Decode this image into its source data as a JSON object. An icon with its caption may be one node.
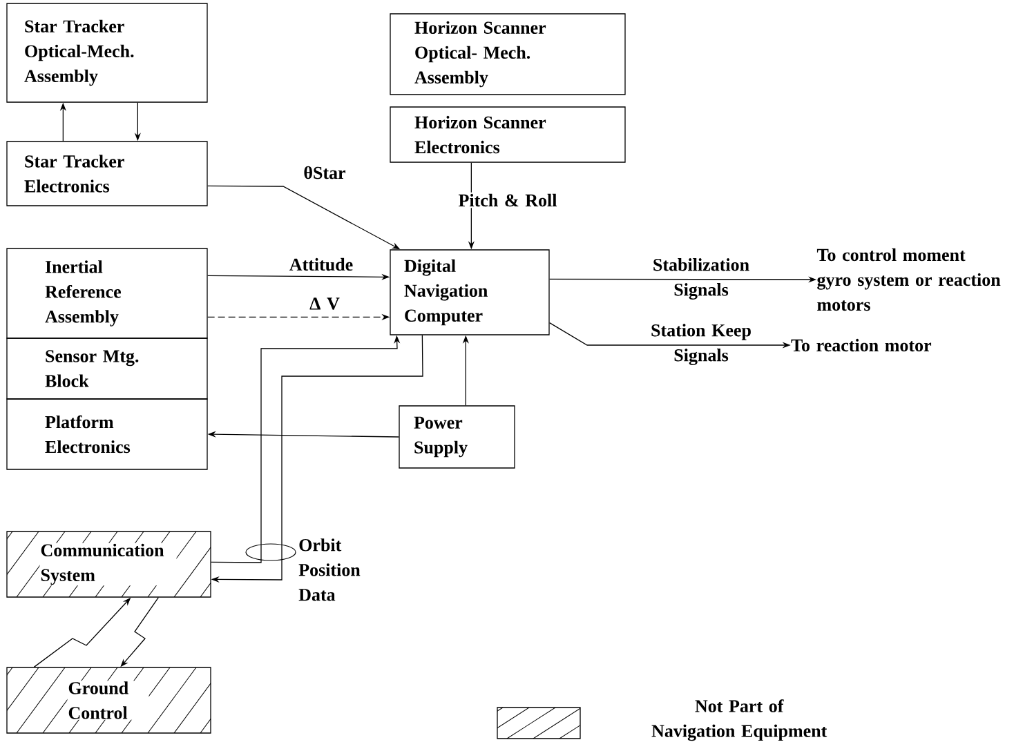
{
  "diagram": {
    "nodes": [
      {
        "text": [
          "Star Tracker Optical-Mech. Assembly"
        ]
      },
      {
        "text": [
          "Star Tracker Electronics"
        ]
      },
      {
        "text": [
          "Horizon Scanner Optical- Mech. Assembly"
        ]
      },
      {
        "text": [
          "Horizon Scanner Electronics"
        ]
      },
      {
        "text": [
          "Inertial Reference Assembly"
        ]
      },
      {
        "text": [
          "Sensor Mtg. Block"
        ]
      },
      {
        "text": [
          "Platform Electronics"
        ]
      },
      {
        "text": [
          "Digital Navigation Computer"
        ]
      },
      {
        "text": [
          "Power Supply"
        ]
      },
      {
        "text": [
          "Communication System"
        ]
      },
      {
        "text": [
          "Ground Control"
        ]
      },
      {
        "text": [
          "To control moment gyro system or reaction motors"
        ]
      },
      {
        "text": [
          "To reaction motor"
        ]
      }
    ],
    "edges": [
      {
        "from": 1,
        "to": 0,
        "arrow": "to"
      },
      {
        "from": 0,
        "to": 1,
        "arrow": "to"
      },
      {
        "from": 1,
        "to": 7,
        "arrow": "to",
        "label": "θStar"
      },
      {
        "from": 3,
        "to": 7,
        "arrow": "to",
        "label": "Pitch & Roll"
      },
      {
        "from": 4,
        "to": 7,
        "arrow": "to",
        "label": "Attitude"
      },
      {
        "from": 4,
        "to": 7,
        "arrow": "to",
        "label": "Δ V",
        "style": "dashed"
      },
      {
        "from": 7,
        "to": 11,
        "arrow": "to",
        "label": "Stabilization Signals"
      },
      {
        "from": 7,
        "to": 12,
        "arrow": "to",
        "label": "Station Keep Signals"
      },
      {
        "from": 8,
        "to": 7,
        "arrow": "to"
      },
      {
        "from": 8,
        "to": 6,
        "arrow": "to"
      },
      {
        "from": 9,
        "to": 7,
        "arrow": "to"
      },
      {
        "from": 7,
        "to": 9,
        "arrow": "to"
      },
      {
        "from": 10,
        "to": 9,
        "arrow": "to"
      },
      {
        "from": 9,
        "to": 10,
        "arrow": "to"
      }
    ],
    "labels": [
      "Orbit Position Data"
    ],
    "legend": [
      {
        "text": "Not Part of Navigation Equipment"
      }
    ]
  }
}
